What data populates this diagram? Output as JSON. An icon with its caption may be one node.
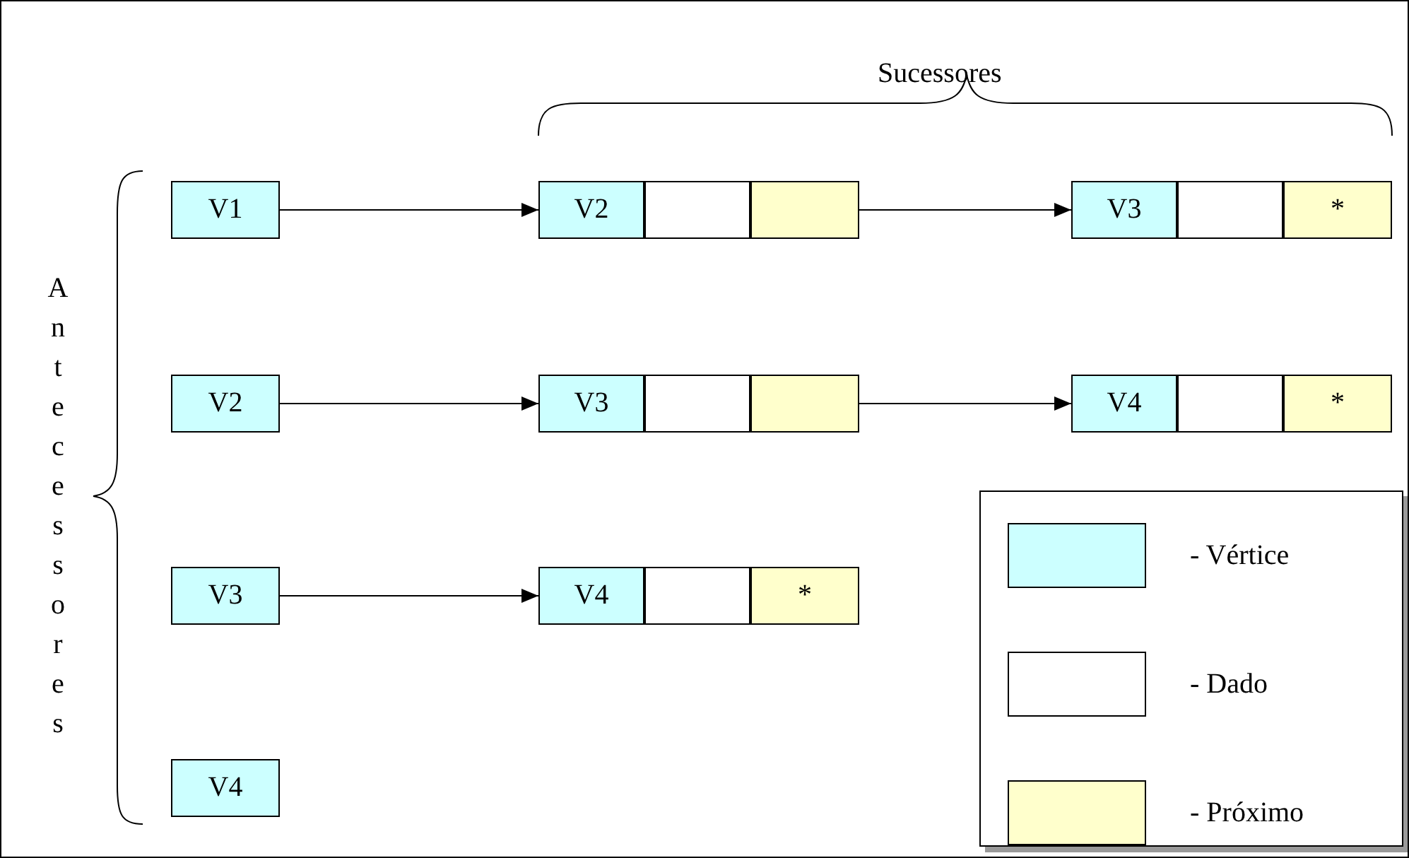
{
  "diagram": {
    "nodes": [
      {
        "text": [
          "V1"
        ]
      },
      {
        "text": [
          "V2"
        ]
      },
      {
        "text": [],
        "shape": "box"
      },
      {
        "text": [],
        "shape": "box"
      },
      {
        "text": [
          "V3"
        ]
      },
      {
        "text": [],
        "shape": "box"
      },
      {
        "text": [
          "*"
        ]
      },
      {
        "text": [
          "V2"
        ]
      },
      {
        "text": [
          "V3"
        ]
      },
      {
        "text": [],
        "shape": "box"
      },
      {
        "text": [],
        "shape": "box"
      },
      {
        "text": [
          "V4"
        ]
      },
      {
        "text": [],
        "shape": "box"
      },
      {
        "text": [
          "*"
        ]
      },
      {
        "text": [
          "V3"
        ]
      },
      {
        "text": [
          "V4"
        ]
      },
      {
        "text": [],
        "shape": "box"
      },
      {
        "text": [
          "*"
        ]
      },
      {
        "text": [
          "V4"
        ]
      }
    ],
    "edges": [
      {
        "from": 0,
        "to": 1,
        "arrow": "to"
      },
      {
        "from": 3,
        "to": 4,
        "arrow": "to"
      },
      {
        "from": 7,
        "to": 8,
        "arrow": "to"
      },
      {
        "from": 10,
        "to": 11,
        "arrow": "to"
      },
      {
        "from": 14,
        "to": 15,
        "arrow": "to"
      }
    ],
    "labels": [
      "Sucessores",
      "Antecessores"
    ],
    "legend": [
      {
        "text": "- Vértice",
        "color": "#ccffff"
      },
      {
        "text": "- Dado",
        "color": "#ffffff"
      },
      {
        "text": "- Próximo",
        "color": "#ffffcc"
      }
    ]
  }
}
